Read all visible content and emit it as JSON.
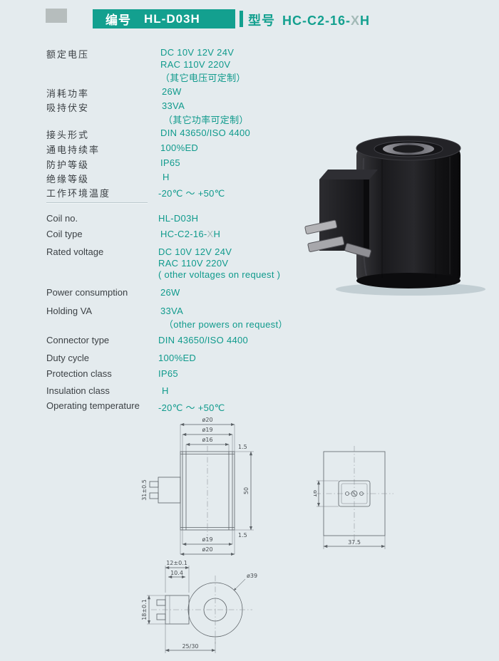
{
  "colors": {
    "accent": "#13a08f",
    "background": "#e4ebee"
  },
  "header": {
    "code_label": "编号",
    "code_value": "HL-D03H",
    "model_label": "型号",
    "model_prefix": "HC-C2-16-",
    "model_x": "X",
    "model_suffix": "H"
  },
  "specs_cn": {
    "rows": [
      {
        "label": "额定电压",
        "lines": [
          "DC 10V 12V 24V",
          "RAC 110V 220V",
          "（其它电压可定制）"
        ]
      },
      {
        "label": "消耗功率",
        "lines": [
          "26W"
        ]
      },
      {
        "label": "吸持伏安",
        "lines": [
          "33VA",
          "（其它功率可定制）"
        ]
      },
      {
        "label": "接头形式",
        "lines": [
          "DIN 43650/ISO 4400"
        ]
      },
      {
        "label": "通电持续率",
        "lines": [
          "100%ED"
        ]
      },
      {
        "label": "防护等级",
        "lines": [
          "IP65"
        ]
      },
      {
        "label": "绝缘等级",
        "lines": [
          "H"
        ]
      },
      {
        "label": "工作环境温度",
        "lines": [
          "-20℃ ～ +50℃"
        ]
      }
    ]
  },
  "specs_en": {
    "coil_type": {
      "prefix": "HC-C2-16-",
      "x": "X",
      "suffix": "H"
    },
    "rows": [
      {
        "label": "Coil no.",
        "lines": [
          "HL-D03H"
        ]
      },
      {
        "label": "Coil type",
        "lines": []
      },
      {
        "label": "Rated voltage",
        "lines": [
          "DC 10V 12V 24V",
          "RAC 110V 220V",
          "( other voltages on request )"
        ]
      },
      {
        "label": "Power consumption",
        "lines": [
          "26W"
        ]
      },
      {
        "label": "Holding VA",
        "lines": [
          "33VA",
          "（other powers on request）"
        ]
      },
      {
        "label": "Connector type",
        "lines": [
          "DIN 43650/ISO 4400"
        ]
      },
      {
        "label": "Duty cycle",
        "lines": [
          "100%ED"
        ]
      },
      {
        "label": "Protection class",
        "lines": [
          "IP65"
        ]
      },
      {
        "label": "Insulation class",
        "lines": [
          "H"
        ]
      },
      {
        "label": "Operating temperature",
        "lines": [
          "-20℃ ～ +50℃"
        ]
      }
    ]
  },
  "drawings": {
    "front": {
      "dia_top_outer": "ø20",
      "dia_top_mid": "ø19",
      "dia_top_inner": "ø16",
      "edge_top": "1.5",
      "height": "50",
      "edge_bottom": "1.5",
      "dia_bottom_mid": "ø19",
      "dia_bottom_outer": "ø20",
      "connector": "31±0.5"
    },
    "side": {
      "height": "16",
      "width": "37.5"
    },
    "bottom": {
      "pin_span": "12±0.1",
      "pin_width": "10.4",
      "connector_height": "18±0.1",
      "diameter": "ø39",
      "depth": "25/30"
    }
  }
}
